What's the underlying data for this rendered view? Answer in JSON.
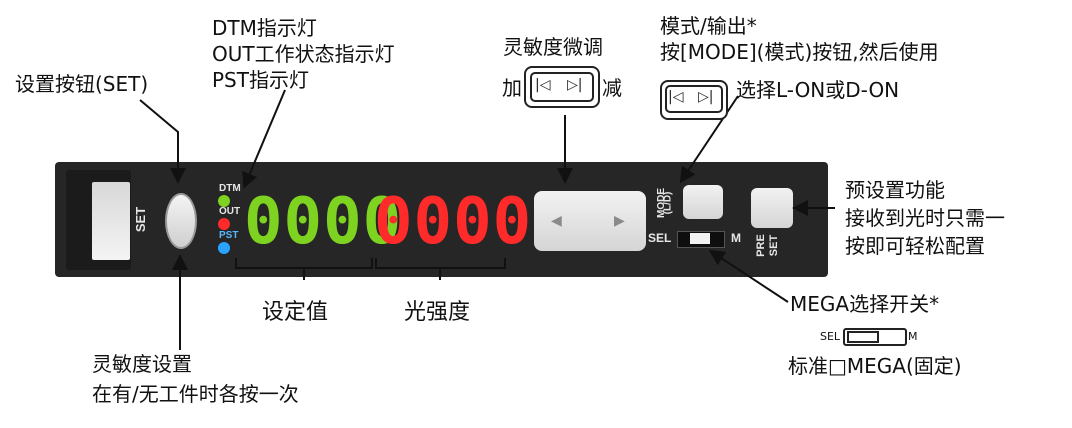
{
  "labels": {
    "set_button": "设置按钮(SET)",
    "dtm_indicator": "DTM指示灯",
    "out_indicator": "OUT工作状态指示灯",
    "pst_indicator": "PST指示灯",
    "sensitivity_fine": "灵敏度微调",
    "add": "加",
    "subtract": "减",
    "mode_output": "模式/输出*",
    "mode_line1": "按[MODE](模式)按钮,然后使用",
    "mode_line2": "选择L-ON或D-ON",
    "preset_line1": "预设置功能",
    "preset_line2": "接收到光时只需一",
    "preset_line3": "按即可轻松配置",
    "set_value": "设定值",
    "light_intensity": "光强度",
    "sens_setting_line1": "灵敏度设置",
    "sens_setting_line2": "在有/无工件时各按一次",
    "mega_switch": "MEGA选择开关*",
    "mega_sel": "SEL",
    "mega_m": "M",
    "mega_standard": "标准□MEGA(固定)"
  },
  "device": {
    "set": "SET",
    "dtm": "DTM",
    "out": "OUT",
    "pst": "PST",
    "display_green": "0000",
    "display_red": "0000",
    "mode": "MODE",
    "mode_ld": "(L/D)",
    "sel": "SEL",
    "m": "M",
    "pre": "PRE",
    "pre_set": "SET"
  },
  "colors": {
    "device_body": "#262626",
    "green_display": "#7ed321",
    "red_display": "#ff2a2a",
    "led_dtm": "#7ed321",
    "led_out": "#ff2a2a",
    "led_pst": "#29a3ff"
  }
}
